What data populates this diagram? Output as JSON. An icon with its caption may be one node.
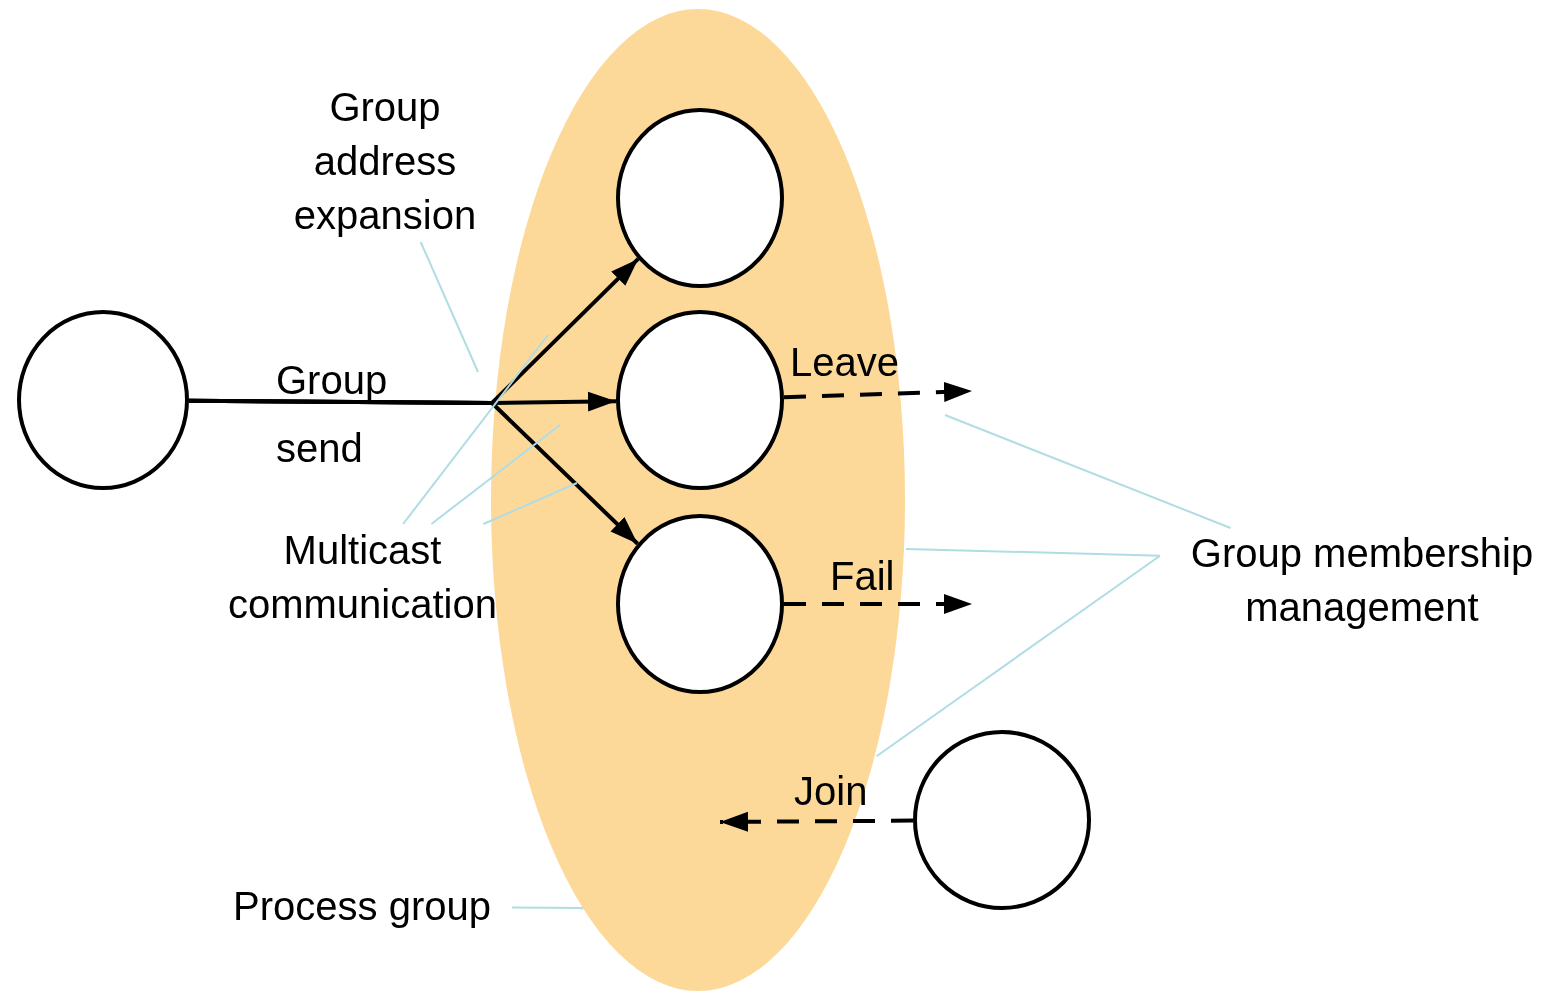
{
  "diagram": {
    "nodes": [
      {
        "text": [],
        "shape": "ellipse"
      },
      {
        "text": [],
        "shape": "circle"
      },
      {
        "text": [],
        "shape": "circle",
        "in": 0
      },
      {
        "text": [],
        "shape": "circle",
        "in": 0
      },
      {
        "text": [],
        "shape": "circle",
        "in": 0
      },
      {
        "text": [],
        "shape": "circle"
      },
      {
        "text": [
          "Group address expansion"
        ]
      },
      {
        "text": [
          "Multicast communication"
        ]
      },
      {
        "text": [
          "Group membership management"
        ]
      },
      {
        "text": [
          "Process group"
        ]
      }
    ],
    "edges": [
      {
        "from": 1,
        "to": 2,
        "arrow": "to",
        "color": "#000000"
      },
      {
        "from": 1,
        "to": 3,
        "arrow": "to",
        "label": "Group send",
        "color": "#000000"
      },
      {
        "from": 1,
        "to": 4,
        "arrow": "to",
        "color": "#000000"
      },
      {
        "from": 3,
        "to": null,
        "arrow": "to",
        "label": "Leave",
        "style": "dashed",
        "color": "#000000"
      },
      {
        "from": 4,
        "to": null,
        "arrow": "to",
        "label": "Fail",
        "style": "dashed",
        "color": "#000000"
      },
      {
        "from": 5,
        "to": null,
        "arrow": "to",
        "label": "Join",
        "style": "dashed",
        "color": "#000000"
      },
      {
        "from": 6,
        "to": null,
        "arrow": "none"
      },
      {
        "from": 7,
        "to": null,
        "arrow": "none"
      },
      {
        "from": 7,
        "to": null,
        "arrow": "none"
      },
      {
        "from": 7,
        "to": null,
        "arrow": "none"
      },
      {
        "from": 8,
        "to": null,
        "arrow": "none"
      },
      {
        "from": 8,
        "to": 0,
        "arrow": "none"
      },
      {
        "from": 8,
        "to": 0,
        "arrow": "none"
      },
      {
        "from": 9,
        "to": 0,
        "arrow": "none"
      }
    ]
  }
}
